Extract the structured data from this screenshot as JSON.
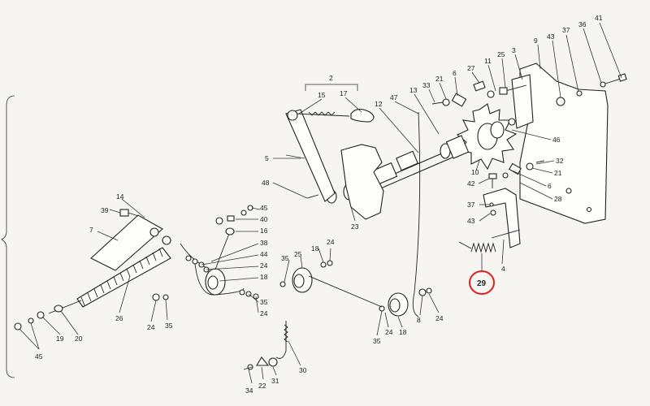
{
  "diagram": {
    "callouts": [
      "41",
      "36",
      "37",
      "43",
      "9",
      "3",
      "25",
      "11",
      "27",
      "6",
      "21",
      "33",
      "2",
      "15",
      "17",
      "12",
      "47",
      "13",
      "46",
      "10",
      "32",
      "21",
      "6",
      "28",
      "42",
      "37",
      "43",
      "5",
      "48",
      "23",
      "14",
      "39",
      "7",
      "45",
      "40",
      "16",
      "38",
      "44",
      "24",
      "18",
      "35",
      "24",
      "24",
      "18",
      "26",
      "24",
      "35",
      "19",
      "20",
      "45",
      "25",
      "35",
      "24",
      "18",
      "8",
      "24",
      "35",
      "30",
      "22",
      "31",
      "34",
      "4"
    ],
    "highlight": {
      "label": "29",
      "color": "#e02020"
    }
  }
}
